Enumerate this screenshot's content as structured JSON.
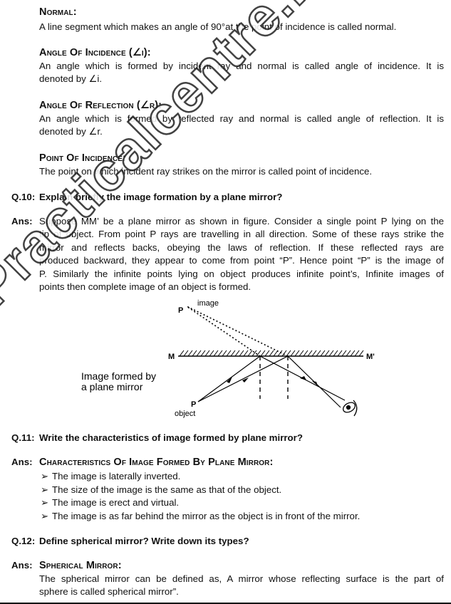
{
  "normal": {
    "heading": "Normal:",
    "text": "A line segment which makes an angle of 90°at the point of incidence is called normal."
  },
  "angle_incidence": {
    "heading": "Angle Of Incidence (∠i):",
    "line1": "An angle which is formed by incident ray and normal is called angle of incidence. It is",
    "line2": "denoted by ∠i."
  },
  "angle_reflection": {
    "heading": "Angle Of Reflection (∠r):",
    "line1": "An angle which is formed by reflected ray and normal is called angle of reflection. It is",
    "line2": "denoted by ∠r."
  },
  "point_incidence": {
    "heading": "Point Of Incidence:",
    "text": "The point on which incident ray strikes on the mirror is called point of incidence."
  },
  "q10": {
    "label": "Q.10:",
    "question": "Explain briefly the image formation by a plane mirror?",
    "ans_label": "Ans:",
    "lines": [
      "Suppose MM’ be a plane mirror as shown in figure. Consider a single point P lying on the",
      "tip of object. From point P rays are travelling in all direction. Some of these rays strike the",
      "mirror and reflects backs, obeying the laws of reflection. If these reflected rays are",
      "produced backward, they appear to come from point “P”. Hence point “P” is the image of",
      "P. Similarly the infinite points lying on object produces infinite point’s, Infinite images of",
      "points then complete image of an object is formed."
    ]
  },
  "figure": {
    "image_label": "image",
    "p_image": "P",
    "m_left": "M",
    "m_right": "M'",
    "caption_line1": "Image formed by",
    "caption_line2": "a plane mirror",
    "p_object": "P",
    "object_label": "object"
  },
  "q11": {
    "label": "Q.11:",
    "question": "Write the characteristics of image formed by plane mirror?",
    "ans_label": "Ans:",
    "heading": "Characteristics Of Image Formed By Plane Mirror:",
    "bullets": [
      "The image is laterally inverted.",
      "The size of the image is the same as that of the object.",
      "The image is erect and virtual.",
      "The image is as far behind the mirror as the object is in front of the mirror."
    ]
  },
  "q12": {
    "label": "Q.12:",
    "question": "Define spherical mirror? Write down its types?",
    "ans_label": "Ans:",
    "heading": "Spherical Mirror:",
    "line1": "The spherical mirror can be defined as, A mirror whose reflecting surface is the part of",
    "line2": "sphere is called spherical mirror”."
  },
  "watermark": "Practicalcentre.blogspot.com"
}
